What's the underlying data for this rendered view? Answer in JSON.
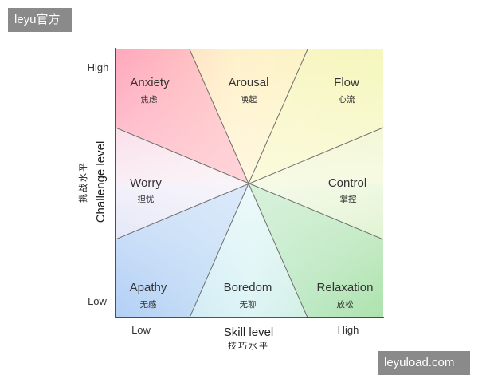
{
  "watermarks": {
    "top_left": "leyu官方",
    "bottom_right": "leyuload.com"
  },
  "axes": {
    "x_label_en": "Skill level",
    "x_label_zh": "技巧水平",
    "y_label_en": "Challenge level",
    "y_label_zh": "挑战水平",
    "x_low": "Low",
    "x_high": "High",
    "y_low": "Low",
    "y_high": "High"
  },
  "sectors": [
    {
      "key": "anxiety",
      "en": "Anxiety",
      "zh": "焦虑",
      "color": "#ff8fa8"
    },
    {
      "key": "arousal",
      "en": "Arousal",
      "zh": "唤起",
      "color": "#fff0b8"
    },
    {
      "key": "flow",
      "en": "Flow",
      "zh": "心流",
      "color": "#f4f7b0"
    },
    {
      "key": "worry",
      "en": "Worry",
      "zh": "担忧",
      "color": "#f1e6f4"
    },
    {
      "key": "control",
      "en": "Control",
      "zh": "掌控",
      "color": "#eaf4c6"
    },
    {
      "key": "apathy",
      "en": "Apathy",
      "zh": "无感",
      "color": "#a7c9f4"
    },
    {
      "key": "boredom",
      "en": "Boredom",
      "zh": "无聊",
      "color": "#d4f2f4"
    },
    {
      "key": "relaxation",
      "en": "Relaxation",
      "zh": "放松",
      "color": "#9fdc9f"
    }
  ]
}
